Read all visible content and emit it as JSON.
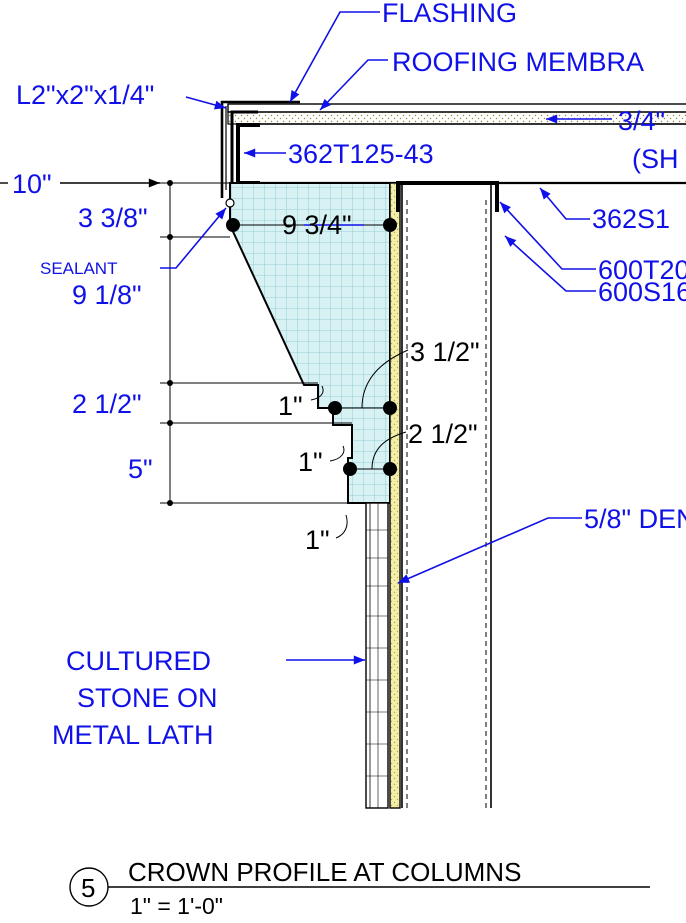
{
  "labels": {
    "flashing": "FLASHING",
    "roofing_membrane": "ROOFING MEMBRA",
    "angle": "L2\"x2\"x1/4\"",
    "sheathing_a": "3/4\"",
    "sheathing_b": "(SH",
    "track_top": "362T125-43",
    "stud_362": "362S1",
    "track_600": "600T20",
    "stud_600": "600S16",
    "sealant": "SEALANT",
    "densglass": "5/8\" DEN",
    "stone_1": "CULTURED",
    "stone_2": "STONE ON",
    "stone_3": "METAL LATH"
  },
  "dimensions": {
    "edge": "10\"",
    "d1": "3 3/8\"",
    "d2": "9 1/8\"",
    "d3": "2 1/2\"",
    "d4": "5\"",
    "width_top": "9 3/4\"",
    "width_mid": "3 1/2\"",
    "width_low": "2 1/2\"",
    "step1": "1\"",
    "step2": "1\"",
    "step3": "1\""
  },
  "title": {
    "number": "5",
    "text": "CROWN PROFILE AT COLUMNS",
    "scale": "1\" = 1'-0\""
  },
  "colors": {
    "annotation": "#1010e8",
    "foam_fill": "#d8f1f3",
    "grid": "#7fc4cc",
    "sheathing": "#f4efa8"
  }
}
